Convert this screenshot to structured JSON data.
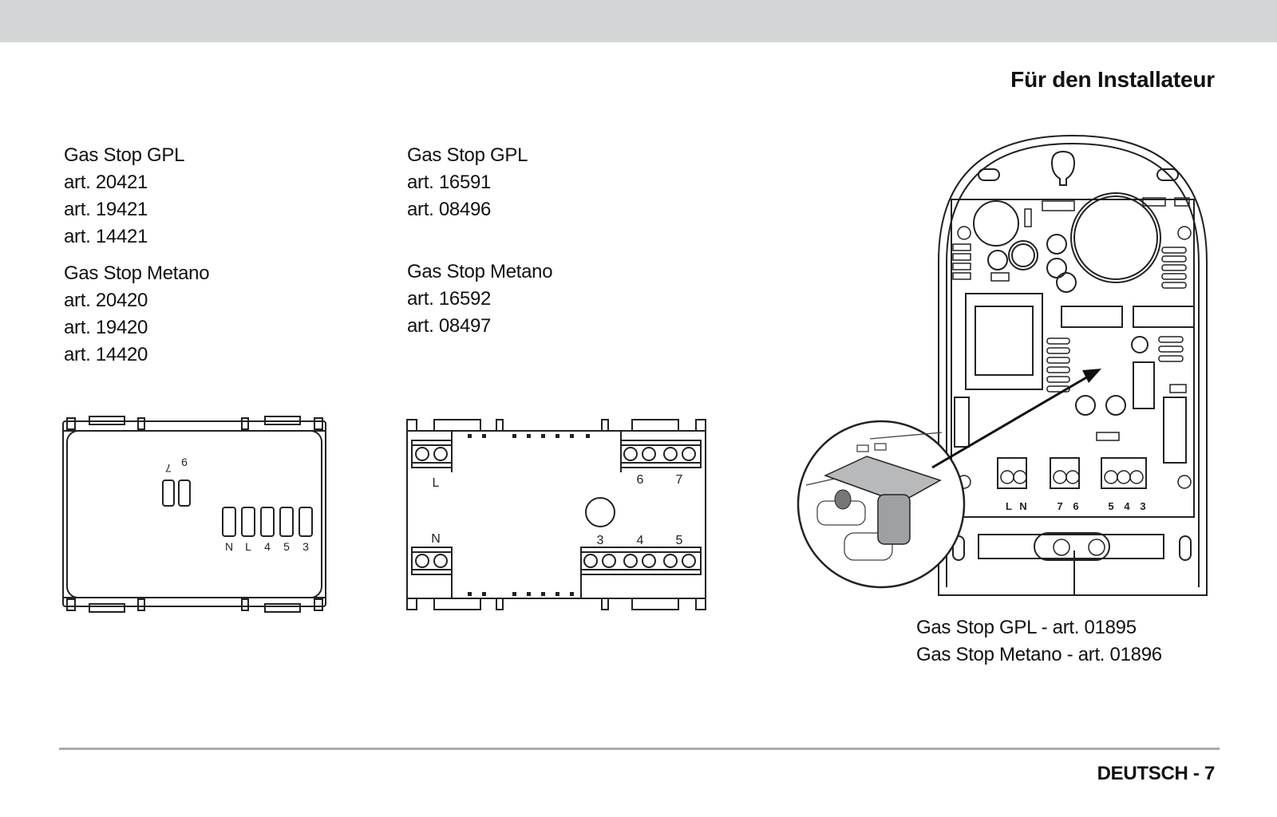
{
  "header": {
    "section_title": "Für den Installateur"
  },
  "column1": {
    "group_a": {
      "title": "Gas Stop GPL",
      "articles": [
        "art. 20421",
        "art. 19421",
        "art. 14421"
      ]
    },
    "group_b": {
      "title": "Gas Stop Metano",
      "articles": [
        "art. 20420",
        "art. 19420",
        "art. 14420"
      ]
    }
  },
  "column2": {
    "group_a": {
      "title": "Gas Stop GPL",
      "articles": [
        "art. 16591",
        "art. 08496"
      ]
    },
    "group_b": {
      "title": "Gas Stop Metano",
      "articles": [
        "art. 16592",
        "art. 08497"
      ]
    }
  },
  "diagram1": {
    "top_terminals": [
      "7",
      "6"
    ],
    "bottom_terminals": [
      "N",
      "L",
      "4",
      "5",
      "3"
    ]
  },
  "diagram2": {
    "left_top_label": "L",
    "left_bottom_label": "N",
    "right_top_labels": [
      "6",
      "7"
    ],
    "right_bottom_labels": [
      "3",
      "4",
      "5"
    ]
  },
  "diagram3": {
    "terminal_labels_a": [
      "L",
      "N"
    ],
    "terminal_labels_b": [
      "7",
      "6"
    ],
    "terminal_labels_c": [
      "5",
      "4",
      "3"
    ]
  },
  "caption": {
    "line1": "Gas Stop GPL - art. 01895",
    "line2": "Gas Stop Metano - art. 01896"
  },
  "footer": {
    "page_label": "DEUTSCH - 7"
  }
}
